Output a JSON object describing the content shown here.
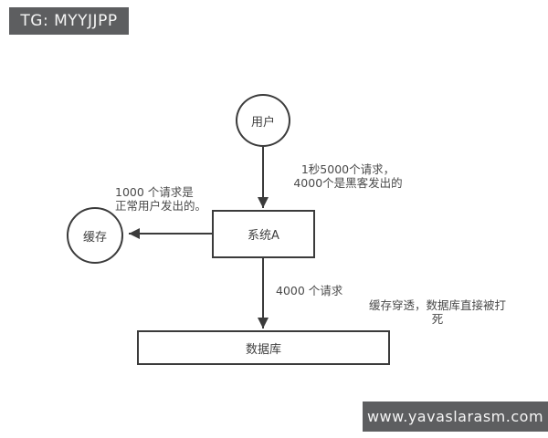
{
  "badges": {
    "tg": "TG: MYYJJPP",
    "site": "www.yavaslarasm.com"
  },
  "colors": {
    "badge_bg": "#5d5e60",
    "badge_text": "#f5f5f5",
    "line": "#3b3b3b",
    "label_text": "#4a4a4a",
    "canvas_bg": "#ffffff"
  },
  "diagram": {
    "nodes": {
      "user": {
        "label": "用户",
        "shape": "circle"
      },
      "system": {
        "label": "系统A",
        "shape": "rect"
      },
      "cache": {
        "label": "缓存",
        "shape": "circle"
      },
      "database": {
        "label": "数据库",
        "shape": "rect"
      }
    },
    "edges": [
      {
        "from": "user",
        "to": "system",
        "label_line1": "1秒5000个请求，",
        "label_line2": "4000个是黑客发出的"
      },
      {
        "from": "system",
        "to": "cache",
        "label_line1": "1000 个请求是",
        "label_line2": "正常用户发出的。"
      },
      {
        "from": "system",
        "to": "database",
        "label": "4000 个请求"
      }
    ],
    "annotation": {
      "line1": "缓存穿透，数据库直接被打",
      "line2": "死"
    }
  }
}
